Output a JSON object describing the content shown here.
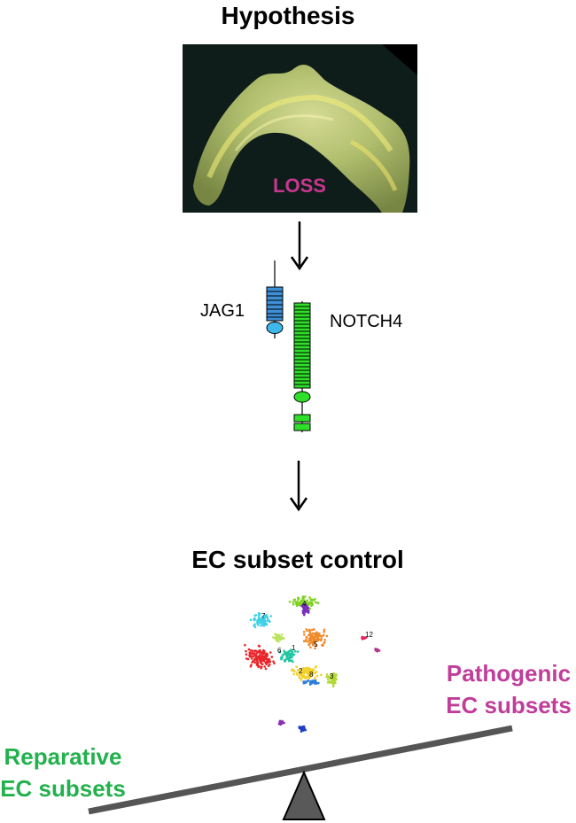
{
  "hypothesis_title": "Hypothesis",
  "photo": {
    "overlay_text": "LOSS",
    "overlay_color": "#c8378f"
  },
  "ligand_label": "JAG1",
  "receptor_label": "NOTCH4",
  "section_title": "EC subset control",
  "scatter_cluster_labels": [
    "1",
    "2",
    "3",
    "4",
    "5",
    "6",
    "7",
    "8",
    "12"
  ],
  "pathogenic_label": [
    "Pathogenic",
    "EC subsets"
  ],
  "reparative_label": [
    "Reparative",
    "EC subsets"
  ],
  "colors": {
    "pathogenic": "#c03d9a",
    "reparative": "#22b14c",
    "jag1_fill": "#3d8fd6",
    "notch4_fill": "#2ee02a",
    "beam": "#555555",
    "fulcrum": "#595959"
  },
  "icons": [
    "arrow-down-icon",
    "arrow-down-icon"
  ]
}
